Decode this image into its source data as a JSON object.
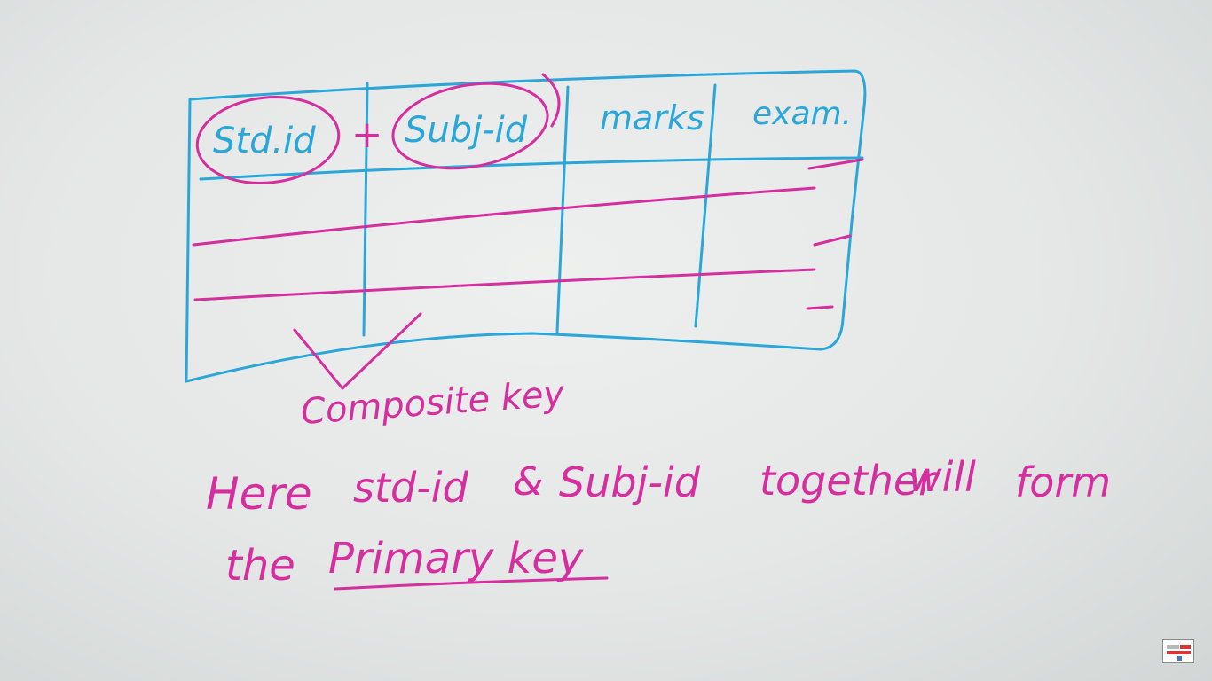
{
  "table": {
    "headers": [
      "Std.id",
      "Subj-id",
      "marks",
      "exam."
    ],
    "plus_sign": "+"
  },
  "annotation": {
    "composite_label": "Composite key"
  },
  "explanation": {
    "line1_words": [
      "Here",
      "std-id",
      "&",
      "Subj-id",
      "together",
      "will",
      "form"
    ],
    "line2_words": [
      "the",
      "Primary key"
    ]
  },
  "colors": {
    "table_ink": "#2aa7d8",
    "key_ink": "#d42e9f",
    "board": "#e4e7e6"
  },
  "icons": {
    "watermark": "channel-logo-icon"
  }
}
